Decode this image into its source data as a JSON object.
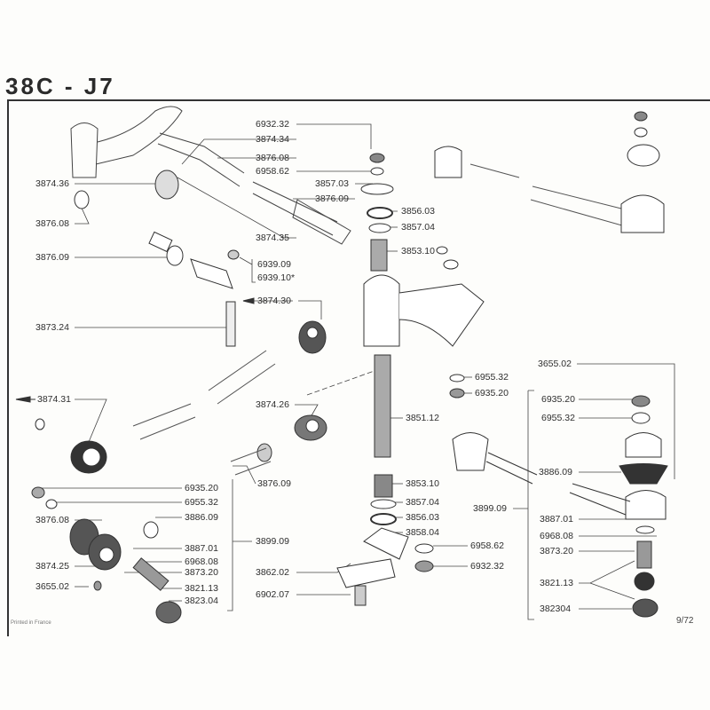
{
  "header": {
    "title": "38C - J7"
  },
  "labels": {
    "l01": "6932.32",
    "l02": "3874.34",
    "l03": "3876.08",
    "l04": "6958.62",
    "l05": "3874.36",
    "l06": "3857.03",
    "l07": "3876.09",
    "l08": "3856.03",
    "l09": "3876.08",
    "l10": "3857.04",
    "l11": "3874.35",
    "l12": "3853.10",
    "l13": "3876.09",
    "l14": "6939.09",
    "l15": "6939.10*",
    "l16": "3874.30",
    "l17": "3873.24",
    "l18": "3655.02",
    "l19": "6955.32",
    "l20": "6935.20",
    "l21": "3874.31",
    "l22": "6935.20",
    "l23": "3874.26",
    "l24": "6955.32",
    "l25": "3851.12",
    "l26": "3876.09",
    "l27": "3886.09",
    "l28": "3853.10",
    "l29": "6935.20",
    "l30": "6955.32",
    "l31": "3899.09",
    "l32": "3857.04",
    "l33": "3876.08",
    "l34": "3886.09",
    "l35": "3856.03",
    "l36": "3858.04",
    "l37": "3887.01",
    "l38": "3899.09",
    "l39": "3887.01",
    "l40": "6968.08",
    "l41": "6958.62",
    "l42": "3874.25",
    "l43": "6968.08",
    "l44": "3873.20",
    "l45": "3873.20",
    "l46": "3862.02",
    "l47": "6932.32",
    "l48": "3655.02",
    "l49": "3821.13",
    "l50": "3821.13",
    "l51": "6902.07",
    "l52": "3823.04",
    "l53": "382304"
  },
  "footer": {
    "printed": "Printed in France",
    "page": "9/72"
  }
}
